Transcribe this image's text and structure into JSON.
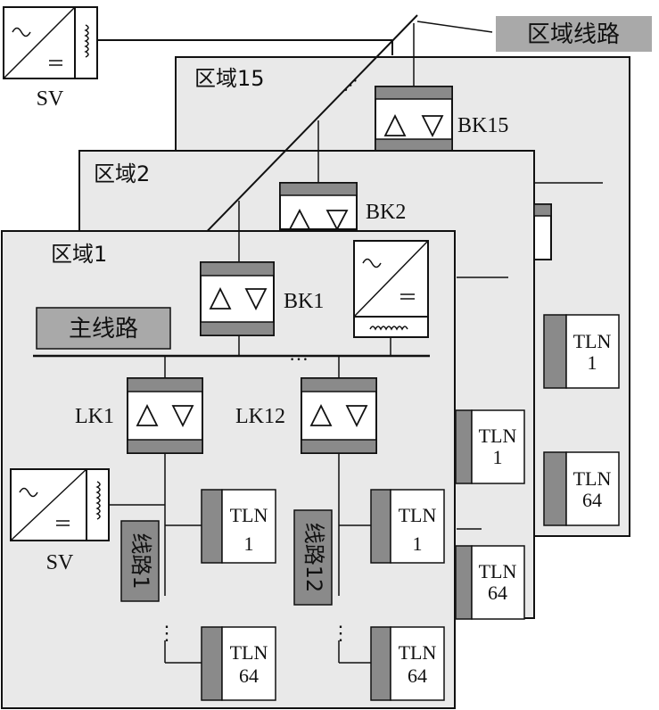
{
  "labels": {
    "zone_line": "区域线路",
    "zone15": "区域15",
    "zone2": "区域2",
    "zone1": "区域1",
    "sv": "SV",
    "bk15": "BK15",
    "bk2": "BK2",
    "bk1": "BK1",
    "main_line": "主线路",
    "lk1": "LK1",
    "lk12": "LK12",
    "line1": "线路1",
    "line12": "线路12",
    "tln": "TLN",
    "num1": "1",
    "num64": "64",
    "dots": "…",
    "vdots": "⋮"
  },
  "colors": {
    "panel": "#e9e9e9",
    "dark_gray": "#8a8a8a",
    "label_gray": "#a9a9a9",
    "line": "#111111",
    "white": "#ffffff"
  }
}
